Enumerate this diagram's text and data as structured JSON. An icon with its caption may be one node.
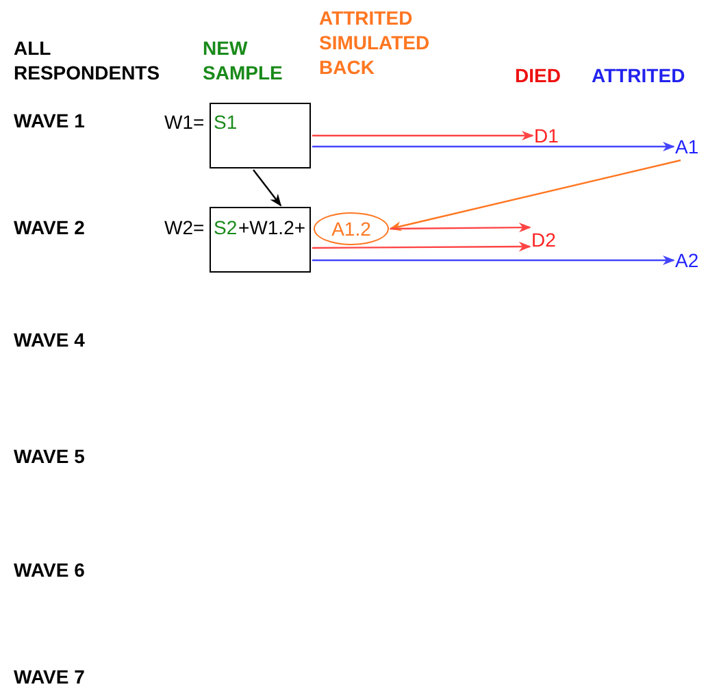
{
  "diagram": {
    "nodes": [
      {
        "text": [
          "W1=",
          "S1"
        ]
      },
      {
        "text": [
          "W2=",
          "S2",
          "+W1.2+"
        ]
      },
      {
        "text": [
          "A1.2"
        ]
      },
      {
        "text": [
          "D1"
        ]
      },
      {
        "text": [
          "A1"
        ]
      },
      {
        "text": [
          "D2"
        ]
      },
      {
        "text": [
          "A2"
        ]
      }
    ],
    "edges": [
      {
        "from": 0,
        "to": 3,
        "arrow": "to"
      },
      {
        "from": 0,
        "to": 4,
        "arrow": "to",
        "color": "#4444ff"
      },
      {
        "from": 0,
        "to": 1,
        "arrow": "to",
        "color": "#000000"
      },
      {
        "from": 4,
        "to": 2,
        "arrow": "to",
        "color": "#ff7722"
      },
      {
        "from": 2,
        "to": 5,
        "arrow": "to"
      },
      {
        "from": 1,
        "to": 5,
        "arrow": "to"
      },
      {
        "from": 1,
        "to": 6,
        "arrow": "to",
        "color": "#4444ff"
      }
    ],
    "labels": [
      "ALL RESPONDENTS",
      "NEW SAMPLE",
      "ATTRITED SIMULATED BACK",
      "DIED",
      "ATTRITED",
      "WAVE 1",
      "WAVE 2",
      "WAVE 4",
      "WAVE 5",
      "WAVE 6",
      "WAVE 7"
    ]
  }
}
